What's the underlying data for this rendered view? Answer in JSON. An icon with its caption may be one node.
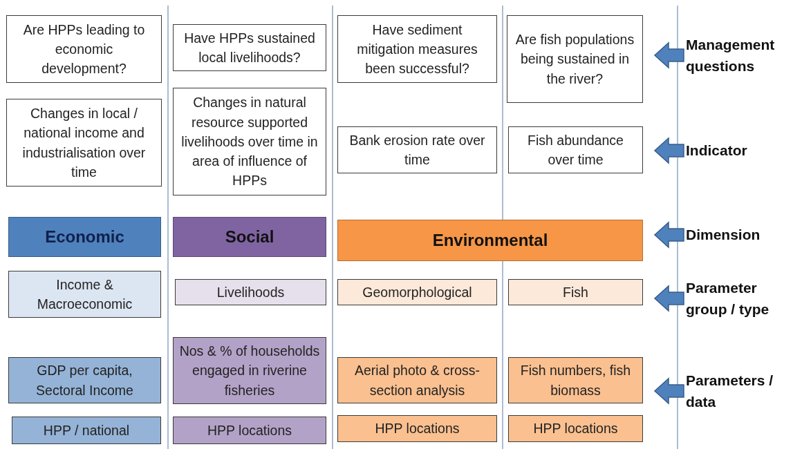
{
  "diagram": {
    "nodes": [
      {
        "text": [
          "Are HPPs leading to economic development?"
        ]
      },
      {
        "text": [
          "Have HPPs sustained local livelihoods?"
        ]
      },
      {
        "text": [
          "Have sediment mitigation measures been successful?"
        ]
      },
      {
        "text": [
          "Are fish populations being sustained in the river?"
        ]
      },
      {
        "text": [
          "Changes in local / national income and industrialisation over time"
        ]
      },
      {
        "text": [
          "Changes in natural resource supported livelihoods over time in area of influence of HPPs"
        ]
      },
      {
        "text": [
          "Bank erosion rate over time"
        ]
      },
      {
        "text": [
          "Fish abundance over time"
        ]
      },
      {
        "text": [
          "Economic"
        ]
      },
      {
        "text": [
          "Social"
        ]
      },
      {
        "text": [
          "Environmental"
        ]
      },
      {
        "text": [
          "Income & Macroeconomic"
        ]
      },
      {
        "text": [
          "Livelihoods"
        ]
      },
      {
        "text": [
          "Geomorphological"
        ]
      },
      {
        "text": [
          "Fish"
        ]
      },
      {
        "text": [
          "GDP per capita, Sectoral Income"
        ]
      },
      {
        "text": [
          "Nos & % of households engaged in riverine fisheries"
        ]
      },
      {
        "text": [
          "Aerial photo & cross-section analysis"
        ]
      },
      {
        "text": [
          "Fish numbers, fish biomass"
        ]
      },
      {
        "text": [
          "HPP / national"
        ]
      },
      {
        "text": [
          "HPP locations"
        ]
      },
      {
        "text": [
          "HPP locations"
        ]
      },
      {
        "text": [
          "HPP locations"
        ]
      },
      {
        "text": [
          "Management questions"
        ]
      },
      {
        "text": [
          "Indicator"
        ]
      },
      {
        "text": [
          "Dimension"
        ]
      },
      {
        "text": [
          "Parameter group / type"
        ]
      },
      {
        "text": [
          "Parameters / data"
        ]
      }
    ],
    "edges": [
      {
        "from": 23,
        "to": null,
        "arrow": "to"
      },
      {
        "from": 24,
        "to": null,
        "arrow": "to"
      },
      {
        "from": 25,
        "to": null,
        "arrow": "to"
      },
      {
        "from": 26,
        "to": null,
        "arrow": "to"
      },
      {
        "from": 27,
        "to": null,
        "arrow": "to"
      }
    ]
  }
}
